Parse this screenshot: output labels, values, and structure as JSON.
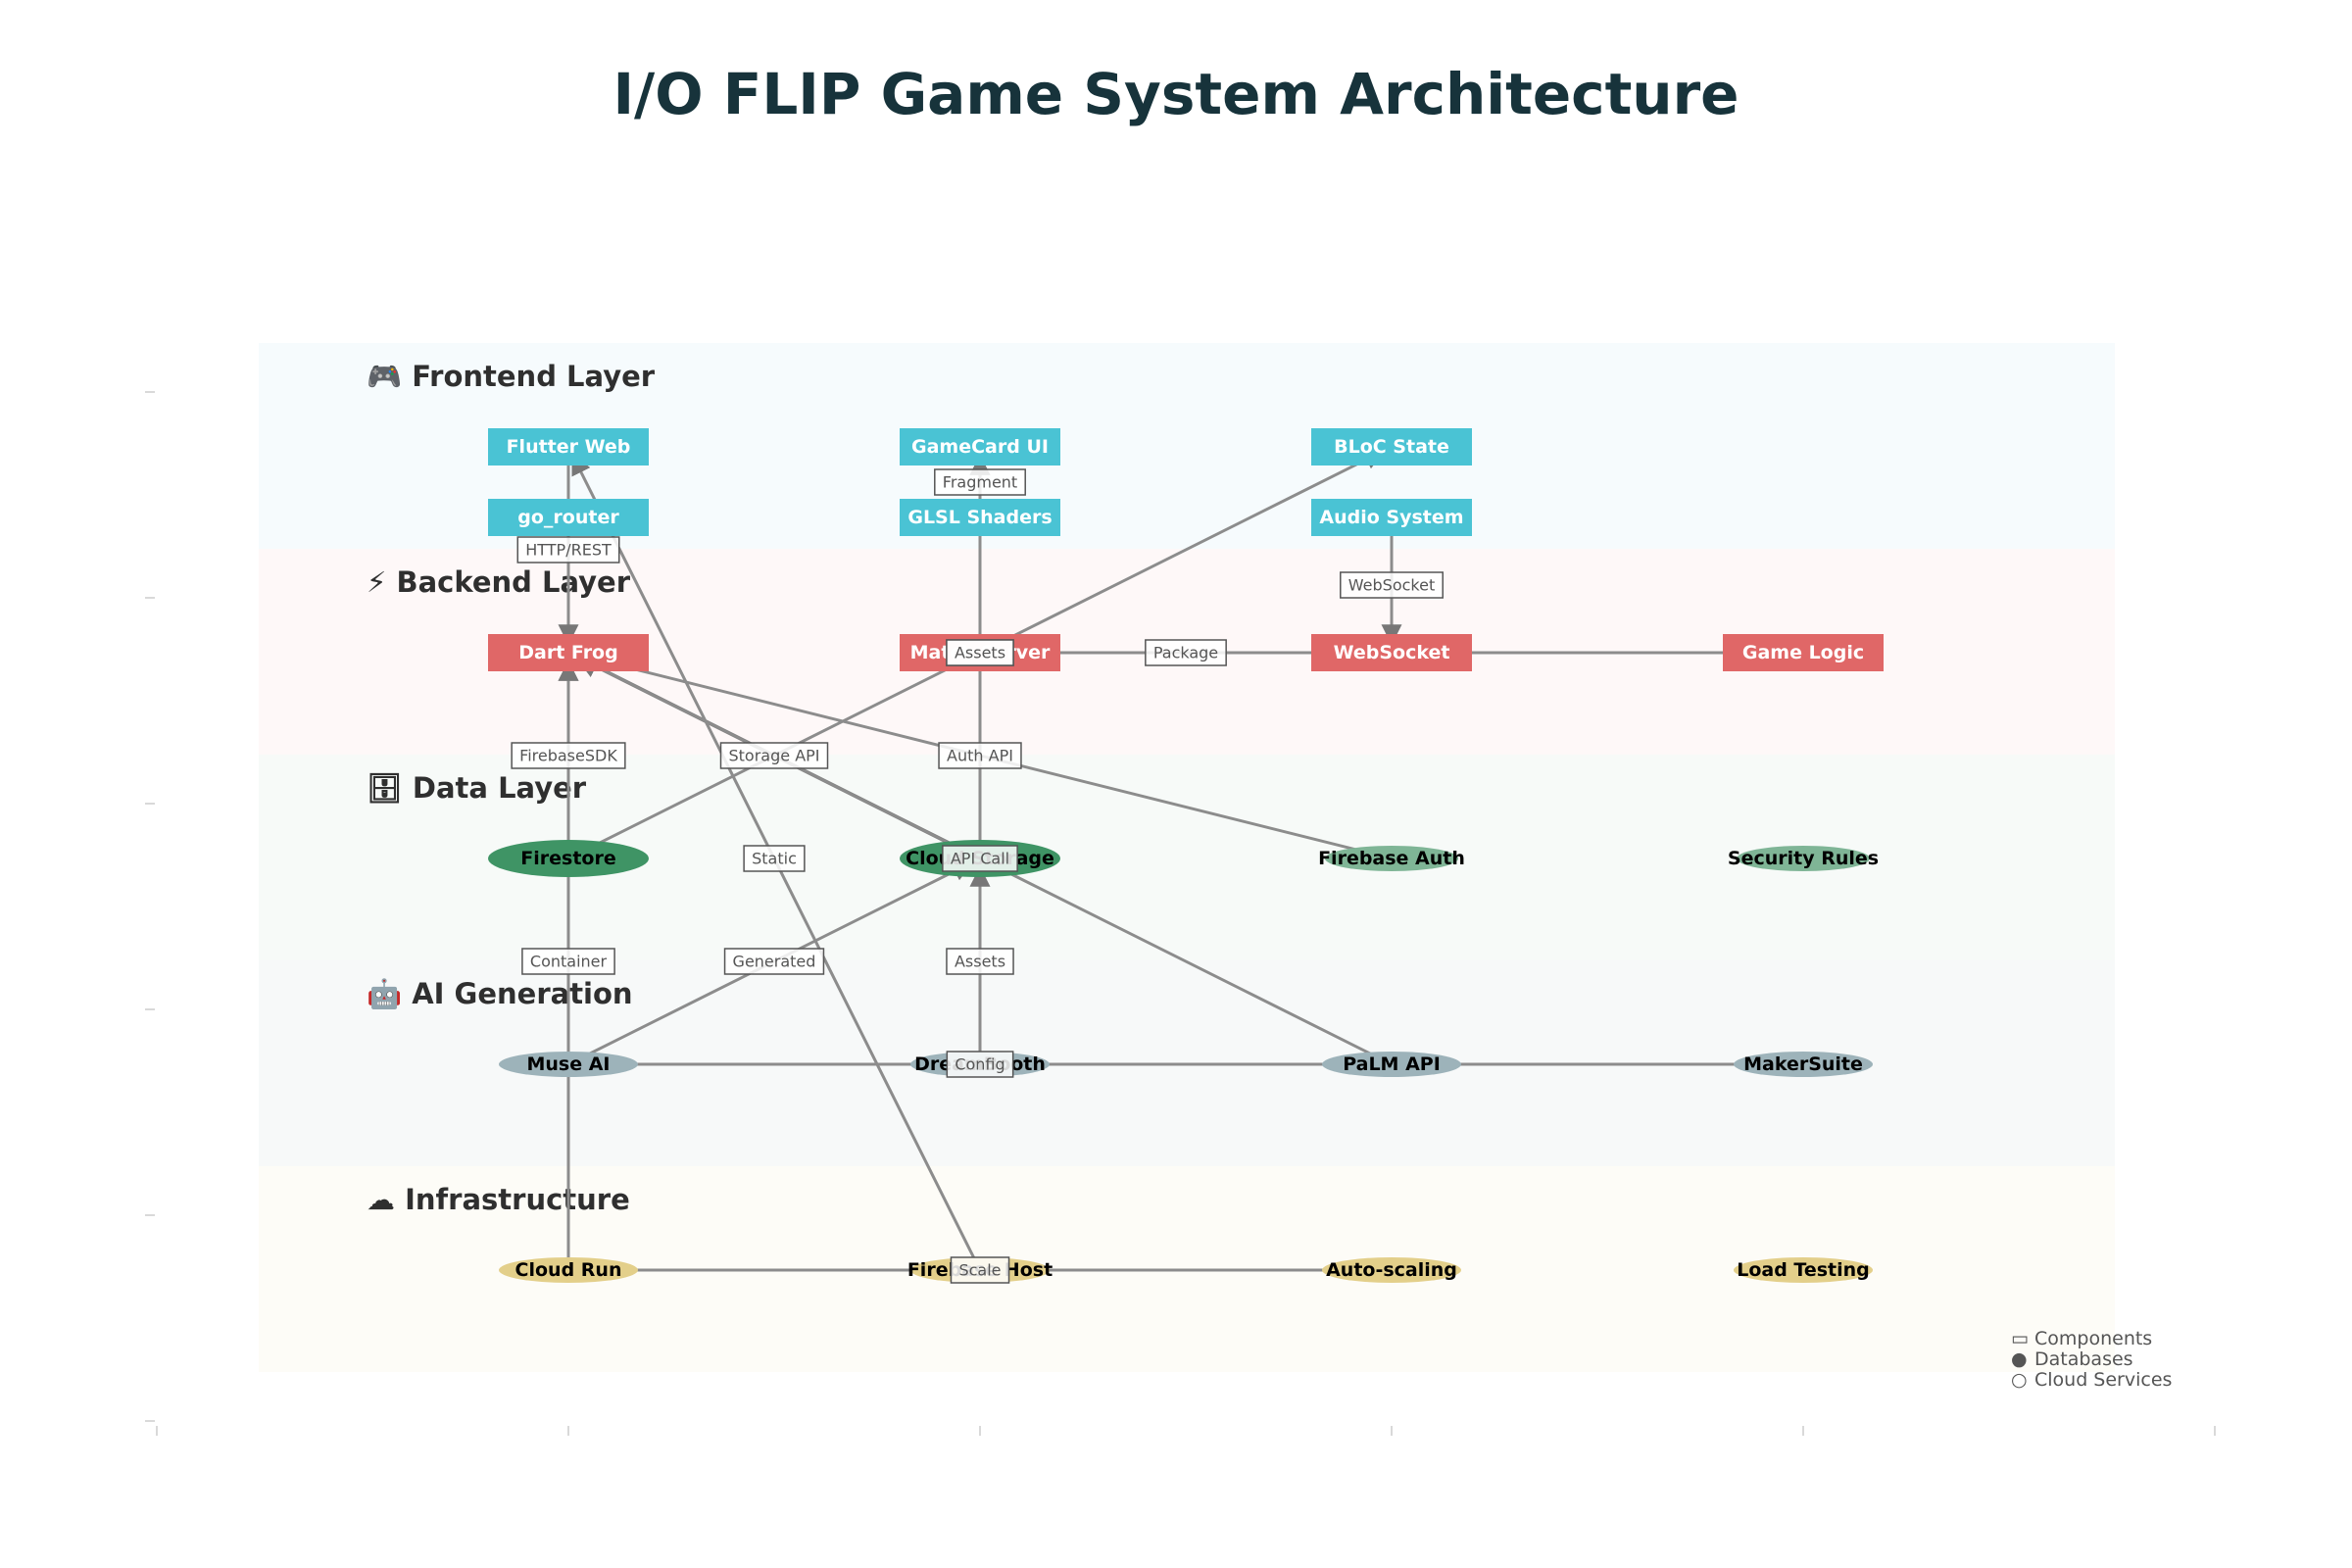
{
  "title": "I/O FLIP Game System Architecture",
  "colors": {
    "title": "#17333b",
    "edge": "#8c8c8c",
    "edge_dark": "#6b6b6b",
    "label_border": "#555555",
    "tick": "#cccccc"
  },
  "layers": [
    {
      "id": "frontend",
      "title": "🎮 Frontend Layer",
      "icon": "gamepad-icon",
      "band_color": "#f6fbfd"
    },
    {
      "id": "backend",
      "title": "⚡ Backend Layer",
      "icon": "lightning-icon",
      "band_color": "#fef8f8"
    },
    {
      "id": "data",
      "title": "🗄 Data Layer",
      "icon": "database-icon",
      "band_color": "#f7faf8"
    },
    {
      "id": "ai",
      "title": "🤖 AI Generation",
      "icon": "robot-icon",
      "band_color": "#f7f9f9"
    },
    {
      "id": "infra",
      "title": "☁ Infrastructure",
      "icon": "cloud-icon",
      "band_color": "#fdfcf7"
    }
  ],
  "nodes": [
    {
      "id": "flutter-web",
      "label": "Flutter Web",
      "layer": "frontend",
      "col": 1,
      "row": 0,
      "shape": "rect",
      "fill": "#4ac3d4",
      "text": "#ffffff"
    },
    {
      "id": "gamecard-ui",
      "label": "GameCard UI",
      "layer": "frontend",
      "col": 2,
      "row": 0,
      "shape": "rect",
      "fill": "#4ac3d4",
      "text": "#ffffff"
    },
    {
      "id": "bloc-state",
      "label": "BLoC State",
      "layer": "frontend",
      "col": 3,
      "row": 0,
      "shape": "rect",
      "fill": "#4ac3d4",
      "text": "#ffffff"
    },
    {
      "id": "go-router",
      "label": "go_router",
      "layer": "frontend",
      "col": 1,
      "row": 1,
      "shape": "rect",
      "fill": "#4ac3d4",
      "text": "#ffffff"
    },
    {
      "id": "glsl-shaders",
      "label": "GLSL Shaders",
      "layer": "frontend",
      "col": 2,
      "row": 1,
      "shape": "rect",
      "fill": "#4ac3d4",
      "text": "#ffffff"
    },
    {
      "id": "audio-system",
      "label": "Audio System",
      "layer": "frontend",
      "col": 3,
      "row": 1,
      "shape": "rect",
      "fill": "#4ac3d4",
      "text": "#ffffff"
    },
    {
      "id": "dart-frog",
      "label": "Dart Frog",
      "layer": "backend",
      "col": 1,
      "row": 0,
      "shape": "rect",
      "fill": "#e06767",
      "text": "#ffffff"
    },
    {
      "id": "match-server",
      "label": "Match Server",
      "layer": "backend",
      "col": 2,
      "row": 0,
      "shape": "rect",
      "fill": "#e06767",
      "text": "#ffffff"
    },
    {
      "id": "websocket",
      "label": "WebSocket",
      "layer": "backend",
      "col": 3,
      "row": 0,
      "shape": "rect",
      "fill": "#e06767",
      "text": "#ffffff"
    },
    {
      "id": "game-logic",
      "label": "Game Logic",
      "layer": "backend",
      "col": 4,
      "row": 0,
      "shape": "rect",
      "fill": "#e06767",
      "text": "#ffffff"
    },
    {
      "id": "firestore",
      "label": "Firestore",
      "layer": "data",
      "col": 1,
      "row": 0,
      "shape": "ellipse-lg",
      "fill": "#3f9465",
      "text": "#000000"
    },
    {
      "id": "cloud-storage",
      "label": "Cloud Storage",
      "layer": "data",
      "col": 2,
      "row": 0,
      "shape": "ellipse-lg",
      "fill": "#3f9465",
      "text": "#000000"
    },
    {
      "id": "firebase-auth",
      "label": "Firebase Auth",
      "layer": "data",
      "col": 3,
      "row": 0,
      "shape": "ellipse-sm",
      "fill": "#7fb596",
      "text": "#000000"
    },
    {
      "id": "security-rules",
      "label": "Security Rules",
      "layer": "data",
      "col": 4,
      "row": 0,
      "shape": "ellipse-sm",
      "fill": "#7fb596",
      "text": "#000000"
    },
    {
      "id": "muse-ai",
      "label": "Muse AI",
      "layer": "ai",
      "col": 1,
      "row": 0,
      "shape": "ellipse-md",
      "fill": "#9db3ba",
      "text": "#000000"
    },
    {
      "id": "dreambooth",
      "label": "DreamBooth",
      "layer": "ai",
      "col": 2,
      "row": 0,
      "shape": "ellipse-md",
      "fill": "#9db3ba",
      "text": "#000000"
    },
    {
      "id": "palm-api",
      "label": "PaLM API",
      "layer": "ai",
      "col": 3,
      "row": 0,
      "shape": "ellipse-md",
      "fill": "#9db3ba",
      "text": "#000000"
    },
    {
      "id": "makersuite",
      "label": "MakerSuite",
      "layer": "ai",
      "col": 4,
      "row": 0,
      "shape": "ellipse-md",
      "fill": "#9db3ba",
      "text": "#000000"
    },
    {
      "id": "cloud-run",
      "label": "Cloud Run",
      "layer": "infra",
      "col": 1,
      "row": 0,
      "shape": "ellipse-md",
      "fill": "#e3cf8a",
      "text": "#000000"
    },
    {
      "id": "firebase-host",
      "label": "Firebase Host",
      "layer": "infra",
      "col": 2,
      "row": 0,
      "shape": "ellipse-md",
      "fill": "#e3cf8a",
      "text": "#000000"
    },
    {
      "id": "auto-scaling",
      "label": "Auto-scaling",
      "layer": "infra",
      "col": 3,
      "row": 0,
      "shape": "ellipse-md",
      "fill": "#e3cf8a",
      "text": "#000000"
    },
    {
      "id": "load-testing",
      "label": "Load Testing",
      "layer": "infra",
      "col": 4,
      "row": 0,
      "shape": "ellipse-md",
      "fill": "#e3cf8a",
      "text": "#000000"
    }
  ],
  "edges": [
    {
      "from": "flutter-web",
      "to": "dart-frog",
      "label": "HTTP/REST"
    },
    {
      "from": "glsl-shaders",
      "to": "gamecard-ui",
      "label": "Fragment"
    },
    {
      "from": "audio-system",
      "to": "websocket",
      "label": "WebSocket"
    },
    {
      "from": "firestore",
      "to": "dart-frog",
      "label": "FirebaseSDK"
    },
    {
      "from": "cloud-storage",
      "to": "dart-frog",
      "label": "Storage API",
      "dark": true
    },
    {
      "from": "firebase-auth",
      "to": "dart-frog",
      "label": "Auth API"
    },
    {
      "from": "match-server",
      "to": "websocket",
      "label": "Package"
    },
    {
      "from": "websocket",
      "to": "game-logic",
      "label": ""
    },
    {
      "from": "firestore",
      "to": "bloc-state",
      "label": "Assets"
    },
    {
      "from": "cloud-storage",
      "to": "gamecard-ui",
      "label": "Assets"
    },
    {
      "from": "firebase-host",
      "to": "flutter-web",
      "label": "Static"
    },
    {
      "from": "palm-api",
      "to": "dart-frog",
      "label": "API Call"
    },
    {
      "from": "muse-ai",
      "to": "cloud-storage",
      "label": "Generated"
    },
    {
      "from": "dreambooth",
      "to": "cloud-storage",
      "label": "Assets"
    },
    {
      "from": "muse-ai",
      "to": "palm-api",
      "label": "Config"
    },
    {
      "from": "palm-api",
      "to": "makersuite",
      "label": ""
    },
    {
      "from": "cloud-run",
      "to": "dart-frog",
      "label": "Container"
    },
    {
      "from": "auto-scaling",
      "to": "cloud-run",
      "label": "Scale"
    }
  ],
  "legend": [
    {
      "symbol": "▭",
      "label": "Components",
      "icon": "rectangle-icon"
    },
    {
      "symbol": "●",
      "label": "Databases",
      "icon": "filled-circle-icon"
    },
    {
      "symbol": "○",
      "label": "Cloud Services",
      "icon": "hollow-circle-icon"
    }
  ]
}
